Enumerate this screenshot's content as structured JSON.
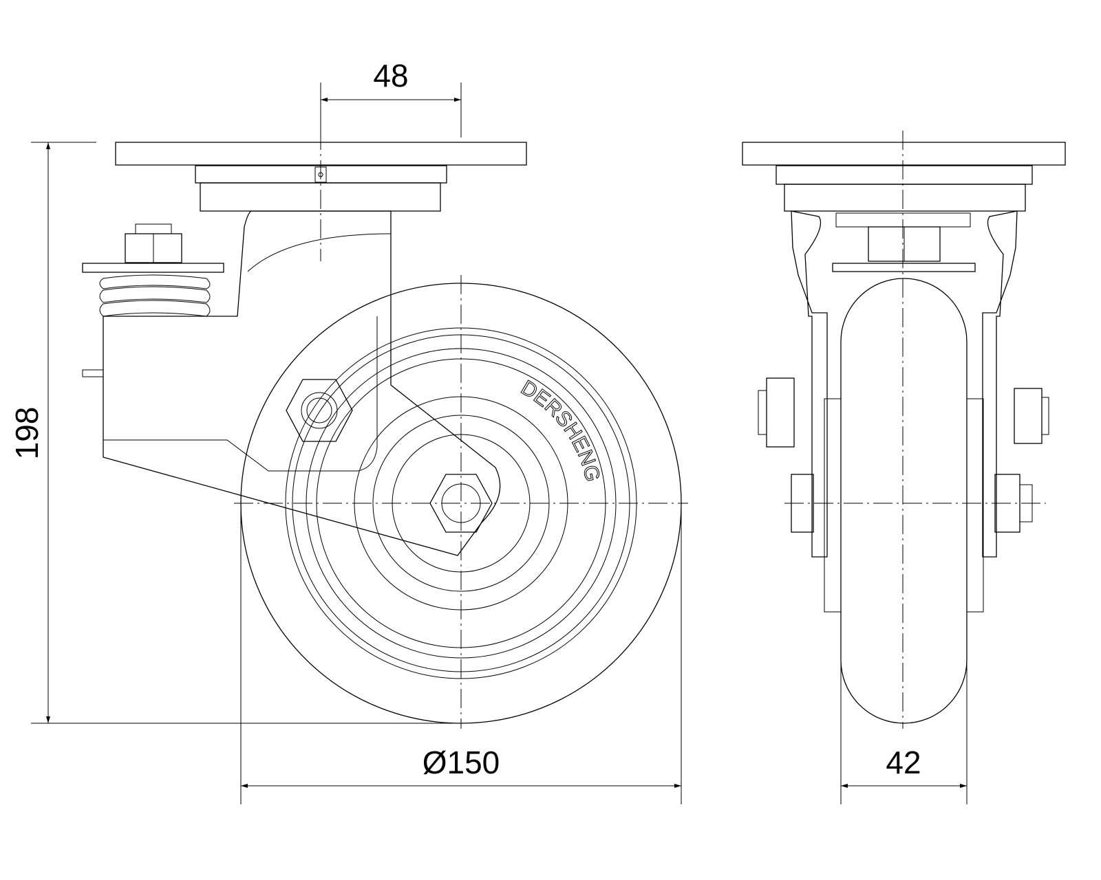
{
  "drawing": {
    "title": "Spring-loaded swivel caster dimension drawing",
    "wheel_logo_text": "DERSHENG",
    "dimensions": {
      "offset": "48",
      "overall_height": "198",
      "wheel_diameter": "Ø150",
      "wheel_width": "42"
    }
  }
}
